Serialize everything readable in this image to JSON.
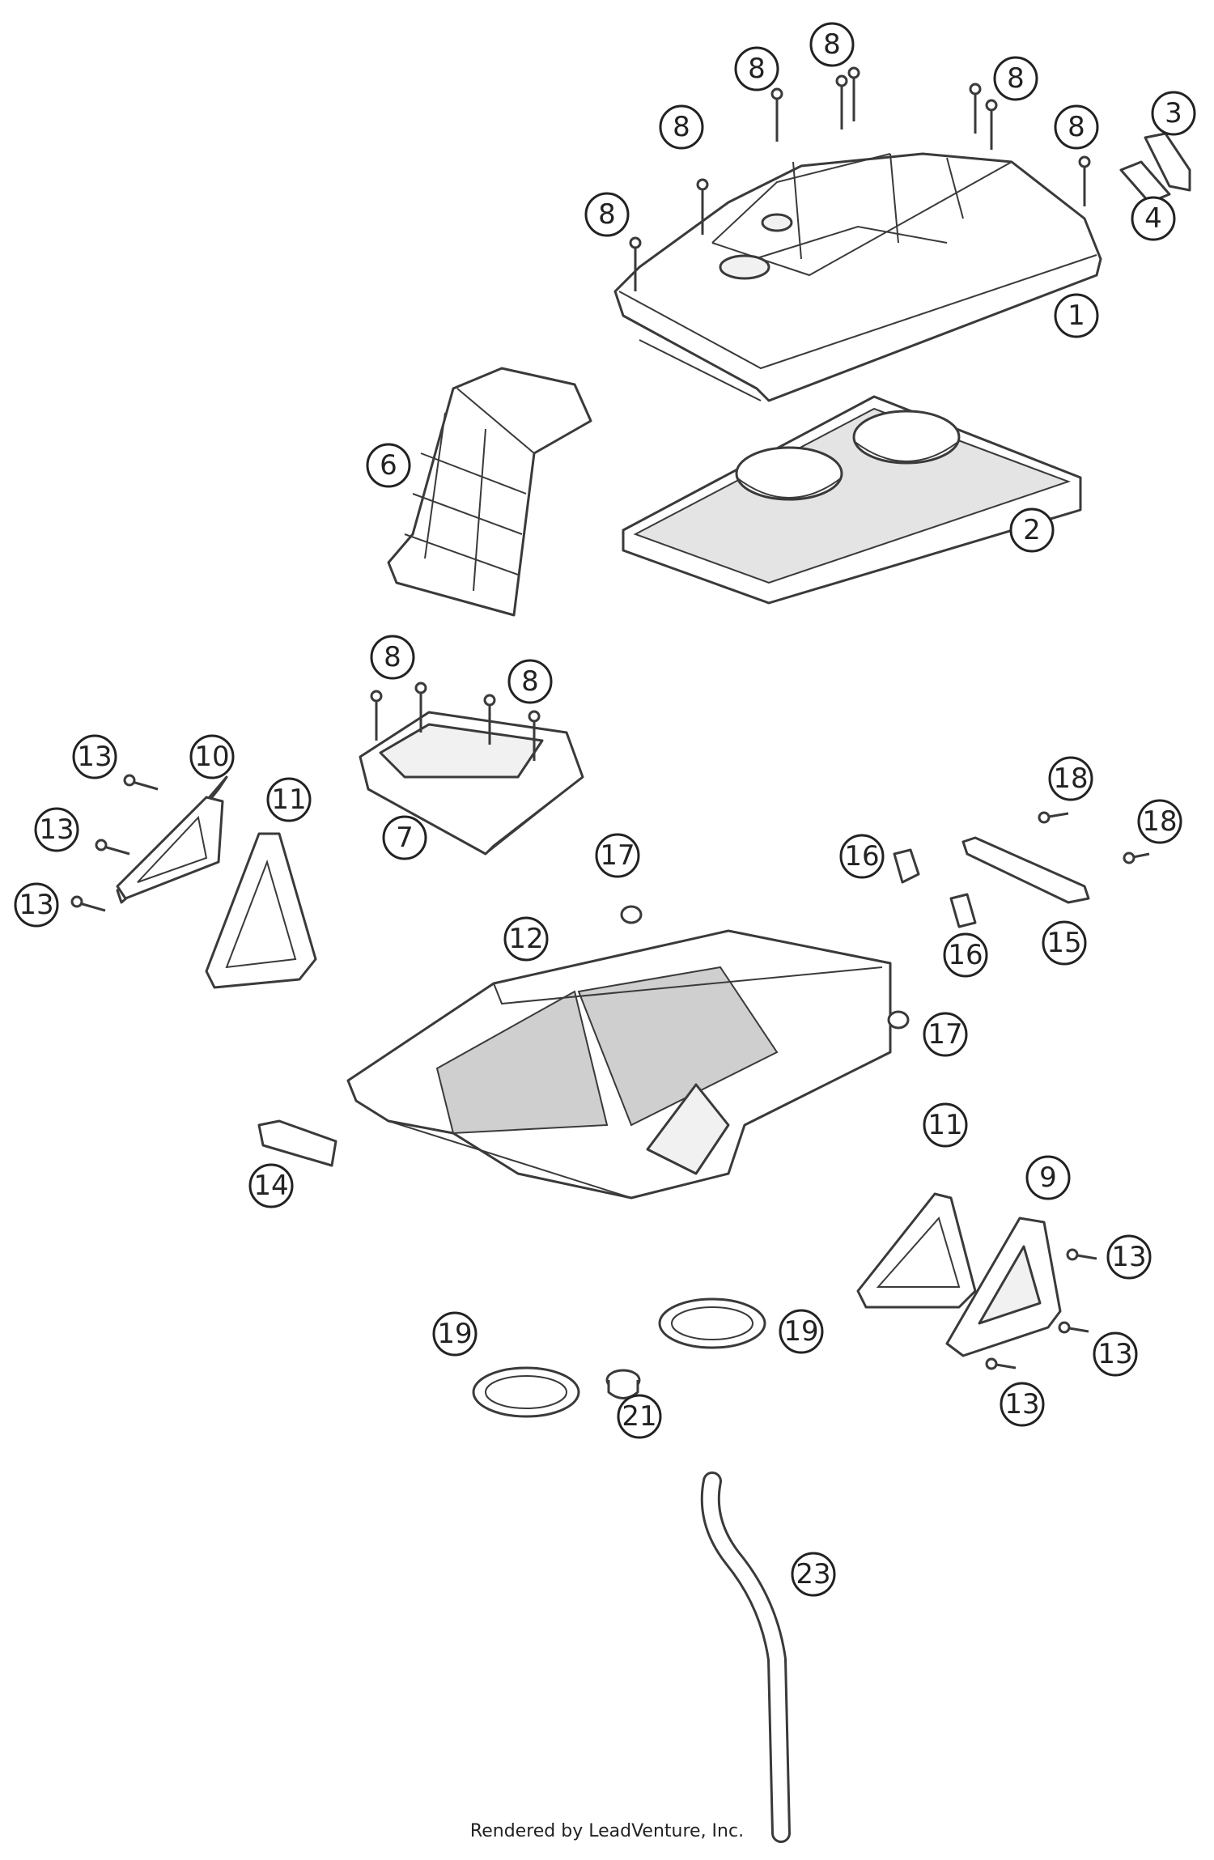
{
  "footer": {
    "credit": "Rendered by LeadVenture, Inc."
  },
  "callouts": [
    {
      "id": "c1",
      "label": "1"
    },
    {
      "id": "c2",
      "label": "2"
    },
    {
      "id": "c3",
      "label": "3"
    },
    {
      "id": "c4",
      "label": "4"
    },
    {
      "id": "c6",
      "label": "6"
    },
    {
      "id": "c7",
      "label": "7"
    },
    {
      "id": "c8a",
      "label": "8"
    },
    {
      "id": "c8b",
      "label": "8"
    },
    {
      "id": "c8c",
      "label": "8"
    },
    {
      "id": "c8d",
      "label": "8"
    },
    {
      "id": "c8e",
      "label": "8"
    },
    {
      "id": "c8f",
      "label": "8"
    },
    {
      "id": "c8g",
      "label": "8"
    },
    {
      "id": "c9",
      "label": "9"
    },
    {
      "id": "c10",
      "label": "10"
    },
    {
      "id": "c11a",
      "label": "11"
    },
    {
      "id": "c11b",
      "label": "11"
    },
    {
      "id": "c12",
      "label": "12"
    },
    {
      "id": "c13a",
      "label": "13"
    },
    {
      "id": "c13b",
      "label": "13"
    },
    {
      "id": "c13c",
      "label": "13"
    },
    {
      "id": "c13d",
      "label": "13"
    },
    {
      "id": "c13e",
      "label": "13"
    },
    {
      "id": "c13f",
      "label": "13"
    },
    {
      "id": "c14",
      "label": "14"
    },
    {
      "id": "c15",
      "label": "15"
    },
    {
      "id": "c16a",
      "label": "16"
    },
    {
      "id": "c16b",
      "label": "16"
    },
    {
      "id": "c17a",
      "label": "17"
    },
    {
      "id": "c17b",
      "label": "17"
    },
    {
      "id": "c18a",
      "label": "18"
    },
    {
      "id": "c18b",
      "label": "18"
    },
    {
      "id": "c19a",
      "label": "19"
    },
    {
      "id": "c19b",
      "label": "19"
    },
    {
      "id": "c21",
      "label": "21"
    },
    {
      "id": "c23",
      "label": "23"
    }
  ]
}
